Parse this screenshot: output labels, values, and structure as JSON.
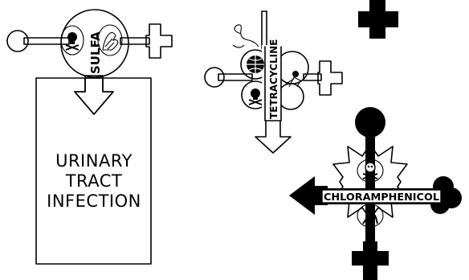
{
  "labels": {
    "sulfa": "SULFA",
    "tetracycline": "TETRACYCLINE",
    "chloramphenicol": "CHLORAMPHENICOL",
    "infection_lines": [
      "URINARY",
      "TRACT",
      "INFECTION"
    ]
  },
  "icons": {
    "skull": "skull-icon",
    "hand": "hand-icon",
    "globe": "globe-icon",
    "person": "person-icon",
    "microbe": "microbe-icon"
  },
  "colors": {
    "ink": "#000000",
    "paper": "#ffffff"
  }
}
